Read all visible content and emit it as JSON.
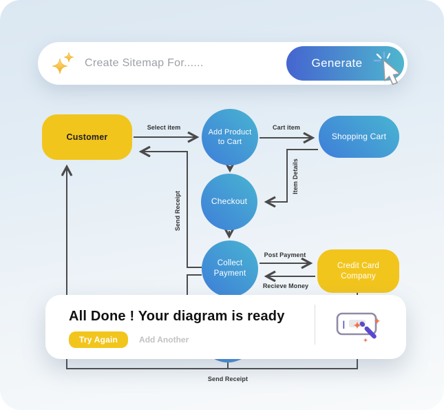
{
  "search": {
    "placeholder": "Create Sitemap For......",
    "generate_label": "Generate",
    "sparkle_icon": "sparkles-icon",
    "cursor_icon": "cursor-click-icon"
  },
  "diagram": {
    "nodes": [
      {
        "id": "customer",
        "label": "Customer",
        "shape": "rounded-rect",
        "color": "#F2C51D"
      },
      {
        "id": "add-product-to-cart",
        "label": "Add Product to Cart",
        "shape": "circle"
      },
      {
        "id": "shopping-cart",
        "label": "Shopping Cart",
        "shape": "rounded-rect"
      },
      {
        "id": "checkout",
        "label": "Checkout",
        "shape": "circle"
      },
      {
        "id": "collect-payment",
        "label": "Collect Payment",
        "shape": "circle"
      },
      {
        "id": "credit-card-company",
        "label": "Credit Card Company",
        "shape": "rounded-rect",
        "color": "#F2C51D"
      },
      {
        "id": "hidden-node",
        "label": "",
        "shape": "circle"
      }
    ],
    "edge_labels": {
      "select_item": "Select item",
      "cart_item": "Cart item",
      "item_details": "Item Details",
      "post_payment": "Post Payment",
      "recieve_money": "Recieve Money",
      "send_receipt_left": "Send Receipt",
      "send_receipt_bottom": "Send Receipt"
    }
  },
  "modal": {
    "title": "All Done ! Your diagram is ready",
    "try_again_label": "Try Again",
    "add_another_label": "Add Another",
    "icon": "text-input-magic-wand-icon"
  },
  "colors": {
    "accent_yellow": "#F2C51D",
    "node_blue_start": "#49B4D1",
    "node_blue_end": "#3E7ED9",
    "generate_start": "#4565CF",
    "generate_end": "#4FB6CE",
    "line": "#4A4A4A",
    "background_top": "#DCE8F3",
    "background_bottom": "#F7F9FB"
  }
}
